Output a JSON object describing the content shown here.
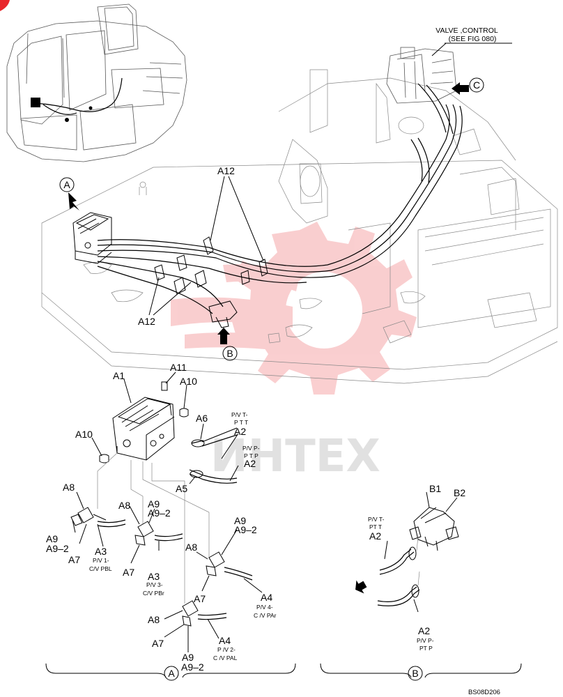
{
  "header": {
    "valve_title": "VALVE ,CONTROL",
    "valve_ref": "(SEE FIG 080)"
  },
  "views": {
    "a": "A",
    "b": "B",
    "c": "C"
  },
  "callouts": {
    "a1": "A1",
    "a2_top": "A2",
    "a2_mid": "A2",
    "a2_b": "A2",
    "a2_b2": "A2",
    "a3_l": "A3",
    "a3_m": "A3",
    "a4_r": "A4",
    "a4_b": "A4",
    "a5": "A5",
    "a6": "A6",
    "a7_l": "A7",
    "a7_m": "A7",
    "a7_r": "A7",
    "a7_b": "A7",
    "a8_l": "A8",
    "a8_m": "A8",
    "a8_r": "A8",
    "a8_b": "A8",
    "a9_l": "A9",
    "a9_2_l": "A9–2",
    "a9_m": "A9",
    "a9_2_m": "A9–2",
    "a9_r": "A9",
    "a9_2_r": "A9–2",
    "a9_b": "A9",
    "a9_2_b": "A9–2",
    "a10_t": "A10",
    "a10_l": "A10",
    "a11": "A11",
    "a12_t": "A12",
    "a12_b": "A12",
    "b1": "B1",
    "b2": "B2"
  },
  "hose_labels": {
    "pv_t_ptt_1": "P/V T-",
    "pv_t_ptt_2": "P T T",
    "pv_p_ptp_1": "P/V P-",
    "pv_p_ptp_2": "P T P",
    "pv1_1": "P/V 1-",
    "pv1_2": "C/V PBL",
    "pv3_1": "P/V 3-",
    "pv3_2": "C/V PBr",
    "pv4_1": "P/V 4-",
    "pv4_2": "C /V PAr",
    "pv2_1": "P /V 2-",
    "pv2_2": "C /V PAL",
    "b_pvt_1": "P/V T-",
    "b_pvt_2": "PT T",
    "b_pvp_1": "P/V P-",
    "b_pvp_2": "PT P"
  },
  "footer": {
    "drawing_code": "BS08D206"
  },
  "watermark": {
    "text": "ИНТЕХ"
  },
  "colors": {
    "watermark_gear": "#e8262b",
    "line": "#000000"
  }
}
